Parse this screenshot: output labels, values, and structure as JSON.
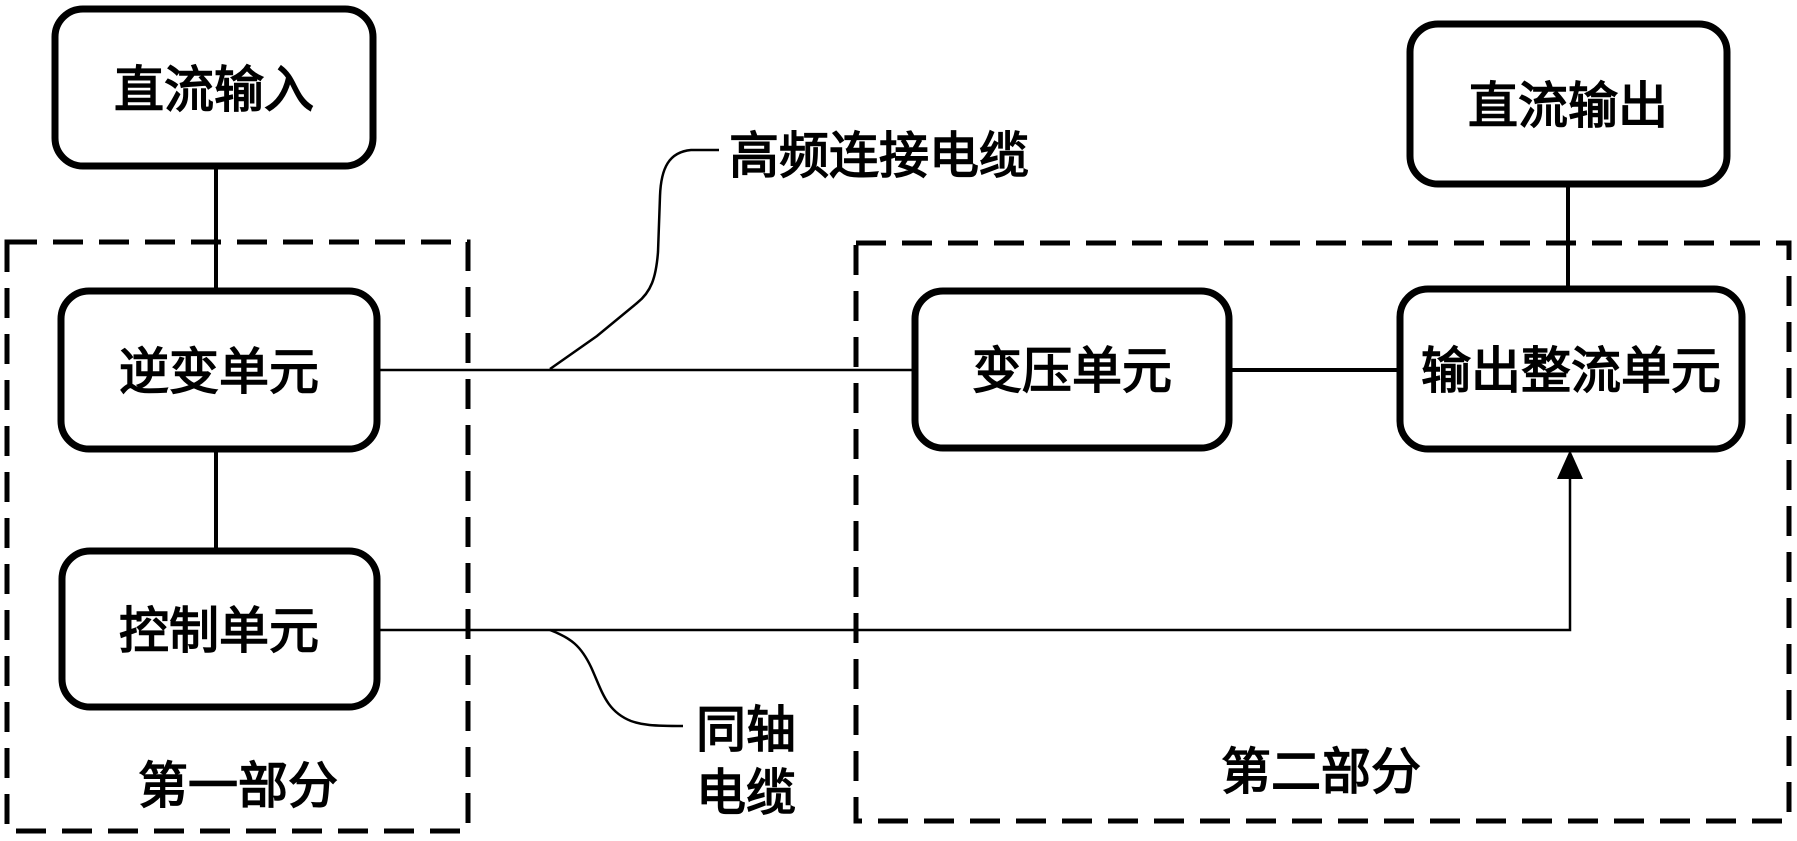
{
  "diagram": {
    "title_semantic": "power-converter-block-diagram",
    "colors": {
      "ink": "#000000",
      "background": "#ffffff"
    },
    "boxes": {
      "dc_input": {
        "label": "直流输入"
      },
      "inverter": {
        "label": "逆变单元"
      },
      "control": {
        "label": "控制单元"
      },
      "transformer": {
        "label": "变压单元"
      },
      "output_rectifier": {
        "label": "输出整流单元"
      },
      "dc_output": {
        "label": "直流输出"
      }
    },
    "groups": {
      "part1": {
        "label": "第一部分"
      },
      "part2": {
        "label": "第二部分"
      }
    },
    "annotations": {
      "hf_cable": {
        "label": "高频连接电缆"
      },
      "coax_cable": {
        "line1": "同轴",
        "line2": "电缆"
      }
    }
  }
}
